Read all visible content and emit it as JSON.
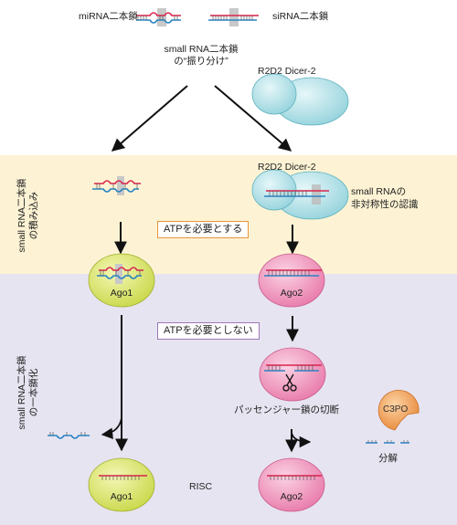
{
  "top": {
    "mirna_label": "miRNA二本鎖",
    "sirna_label": "siRNA二本鎖",
    "sorting_line1": "small RNA二本鎖",
    "sorting_line2": "の“振り分け”",
    "r2d2_dicer_top": "R2D2 Dicer-2"
  },
  "bands": {
    "loading_line1": "small RNA二本鎖",
    "loading_line2": "の積み込み",
    "unwinding_line1": "small RNA二本鎖",
    "unwinding_line2": "の一本鎖化"
  },
  "labels": {
    "r2d2_dicer_mid": "R2D2 Dicer-2",
    "asymmetry_line1": "small RNAの",
    "asymmetry_line2": "非対称性の認識",
    "atp_required": "ATPを必要とする",
    "atp_not_required": "ATPを必要としない",
    "passenger_cleavage": "パッセンジャー鎖の切断",
    "c3po": "C3PO",
    "degradation": "分解",
    "risc": "RISC"
  },
  "proteins": {
    "ago1": "Ago1",
    "ago2": "Ago2"
  },
  "colors": {
    "band_loading": "#fdf3d4",
    "band_unwinding": "#e7e4f1",
    "ago1_fill": "#d9e66a",
    "ago2_fill": "#f2a4c6",
    "dicer_fill": "#a9dde4",
    "c3po_fill": "#f0a050",
    "strand_red": "#d9234d",
    "strand_blue": "#2a84c4"
  }
}
